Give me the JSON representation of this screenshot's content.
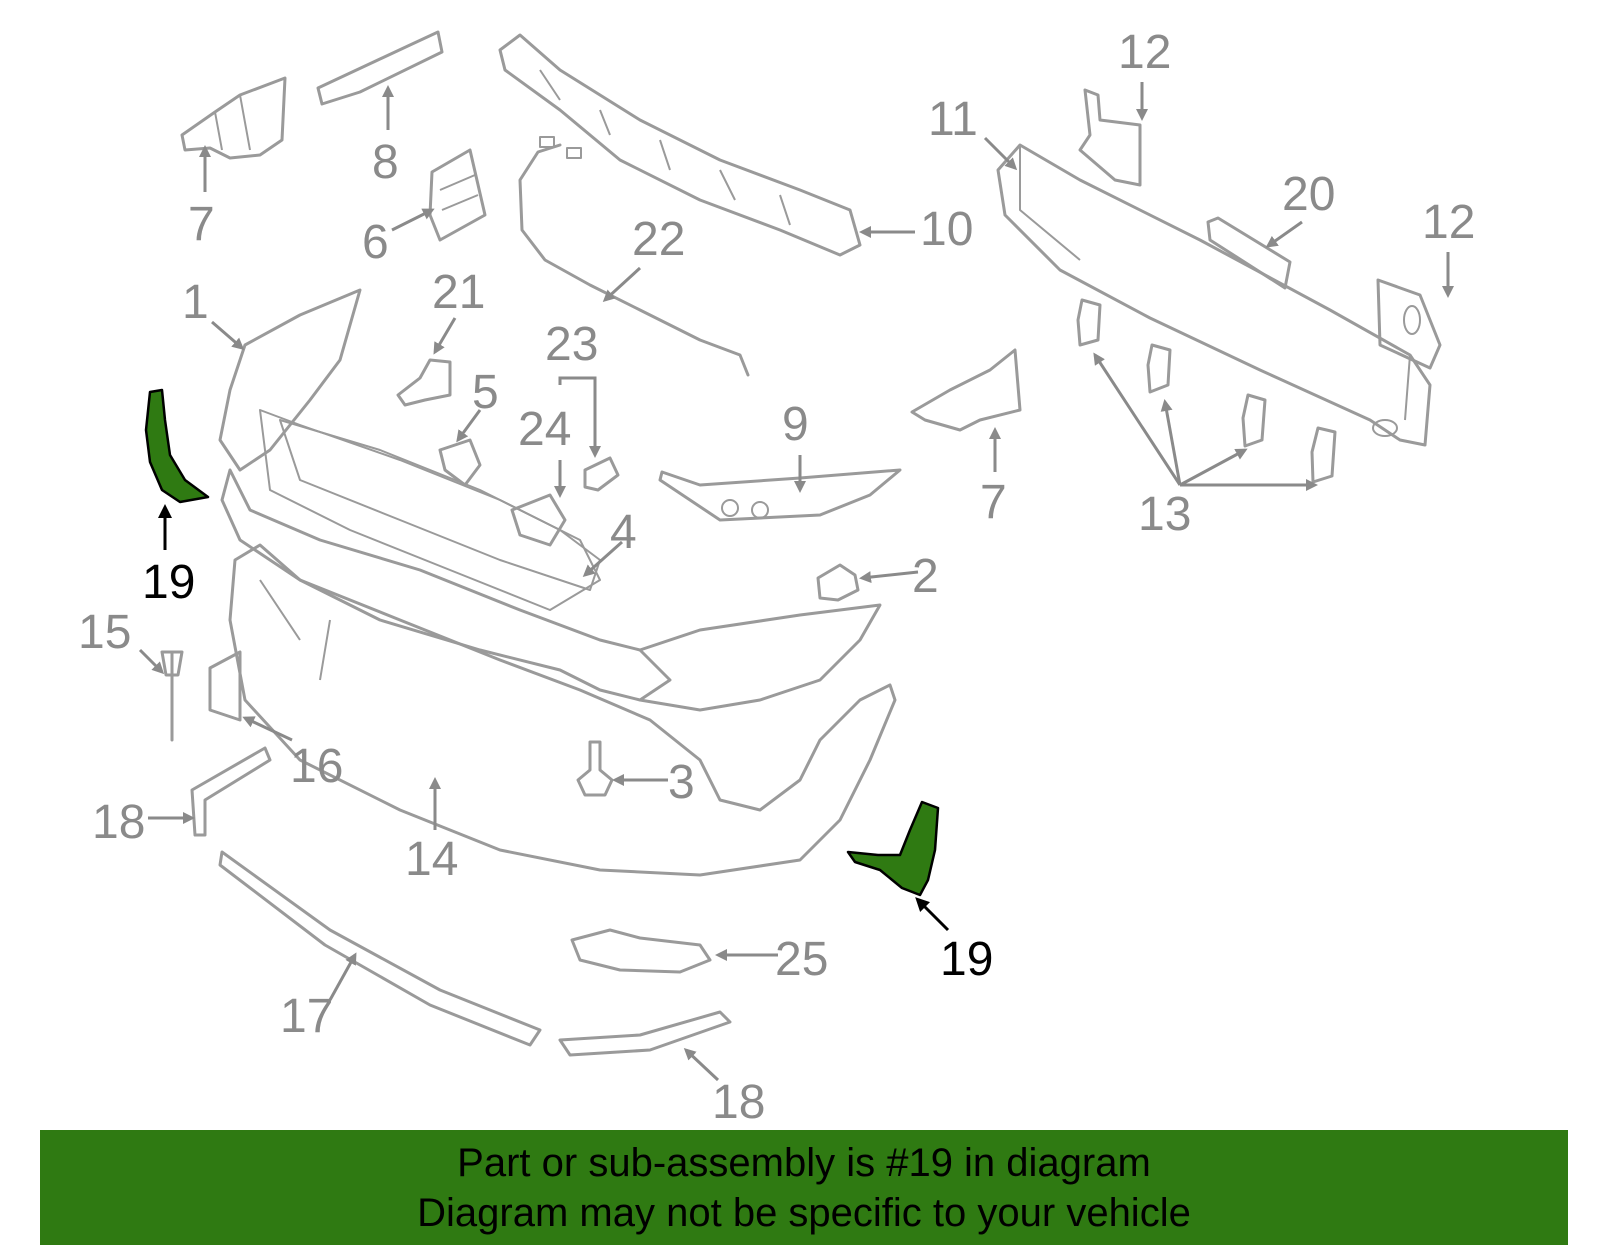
{
  "callouts": {
    "c1": "1",
    "c2": "2",
    "c3": "3",
    "c4": "4",
    "c5": "5",
    "c6": "6",
    "c7a": "7",
    "c7b": "7",
    "c8": "8",
    "c9": "9",
    "c10": "10",
    "c11": "11",
    "c12a": "12",
    "c12b": "12",
    "c13": "13",
    "c14": "14",
    "c15": "15",
    "c16": "16",
    "c17": "17",
    "c18a": "18",
    "c18b": "18",
    "c19a": "19",
    "c19b": "19",
    "c20": "20",
    "c21": "21",
    "c22": "22",
    "c23": "23",
    "c24": "24",
    "c25": "25"
  },
  "banner": {
    "line1": "Part or sub-assembly is #19 in diagram",
    "line2": "Diagram may not be specific to your vehicle"
  },
  "colors": {
    "highlight": "#2f7a12",
    "part_outline": "#9a9a9a",
    "banner_background": "#2f7a12"
  }
}
